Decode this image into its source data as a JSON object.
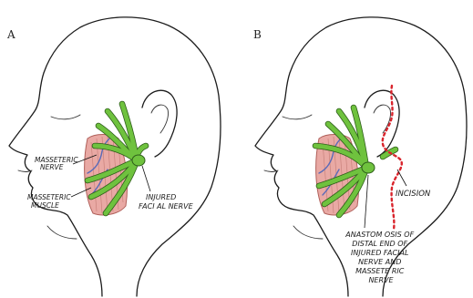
{
  "panels": [
    {
      "letter": "A",
      "labels": {
        "masseteric_nerve": [
          "MASSETERIC",
          "NERVE"
        ],
        "masseteric_muscle": [
          "MASSETERIC",
          "MUSCLE"
        ],
        "injured_facial_nerve": [
          "INJURED",
          "FACI AL NERVE"
        ]
      }
    },
    {
      "letter": "B",
      "labels": {
        "incision": "INCISION",
        "anastomosis": [
          "ANASTOM OSIS OF",
          "DISTAL END OF",
          "INJURED FACIAL",
          "NERVE AND",
          "MASSETE RIC",
          "NERVE"
        ]
      }
    }
  ],
  "colors": {
    "nerve": "#6fc23e",
    "muscle": "#e9a9a4",
    "vessel": "#5a6ab8",
    "incision": "#d9242c"
  }
}
